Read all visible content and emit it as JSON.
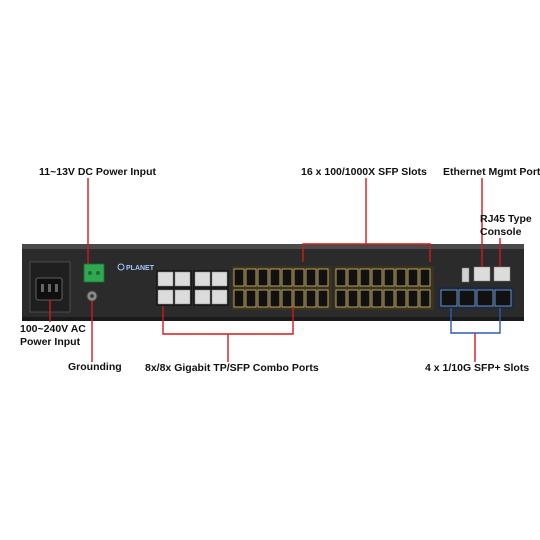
{
  "labels": {
    "dc_power": "11~13V DC Power Input",
    "sfp_slots": "16 x 100/1000X SFP Slots",
    "eth_mgmt": "Ethernet Mgmt Port",
    "rj45_console_line1": "RJ45 Type",
    "rj45_console_line2": "Console",
    "ac_power_line1": "100~240V AC",
    "ac_power_line2": "Power Input",
    "grounding": "Grounding",
    "combo_ports": "8x/8x Gigabit TP/SFP Combo Ports",
    "sfp_plus": "4 x 1/10G SFP+ Slots"
  },
  "device": {
    "brand": "PLANET"
  },
  "colors": {
    "callout_line": "#d11a1a",
    "sfp_plus_line": "#2a5db0",
    "chassis": "#2b2b2b",
    "sfp_cage": "#b8a060"
  }
}
